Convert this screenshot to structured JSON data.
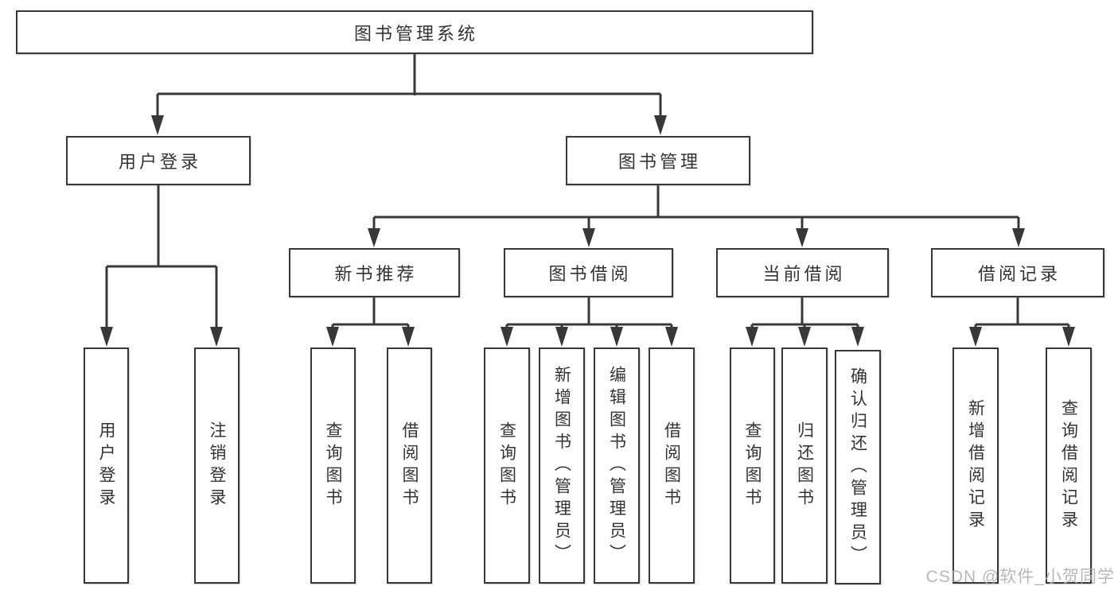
{
  "tree": {
    "root": {
      "label": "图书管理系统"
    },
    "branches": [
      {
        "label": "用户登录",
        "children": [
          {
            "label": "用户登录"
          },
          {
            "label": "注销登录"
          }
        ]
      },
      {
        "label": "图书管理",
        "children": [
          {
            "label": "新书推荐",
            "children": [
              {
                "label": "查询图书"
              },
              {
                "label": "借阅图书"
              }
            ]
          },
          {
            "label": "图书借阅",
            "children": [
              {
                "label": "查询图书"
              },
              {
                "label": "新增图书（管理员）"
              },
              {
                "label": "编辑图书（管理员）"
              },
              {
                "label": "借阅图书"
              }
            ]
          },
          {
            "label": "当前借阅",
            "children": [
              {
                "label": "查询图书"
              },
              {
                "label": "归还图书"
              },
              {
                "label": "确认归还（管理员）"
              }
            ]
          },
          {
            "label": "借阅记录",
            "children": [
              {
                "label": "新增借阅记录"
              },
              {
                "label": "查询借阅记录"
              }
            ]
          }
        ]
      }
    ]
  },
  "watermark": {
    "text": "CSDN @软件_小贺同学"
  },
  "colors": {
    "line": "#383838",
    "text": "#333333",
    "watermark": "#aaaaaa"
  }
}
